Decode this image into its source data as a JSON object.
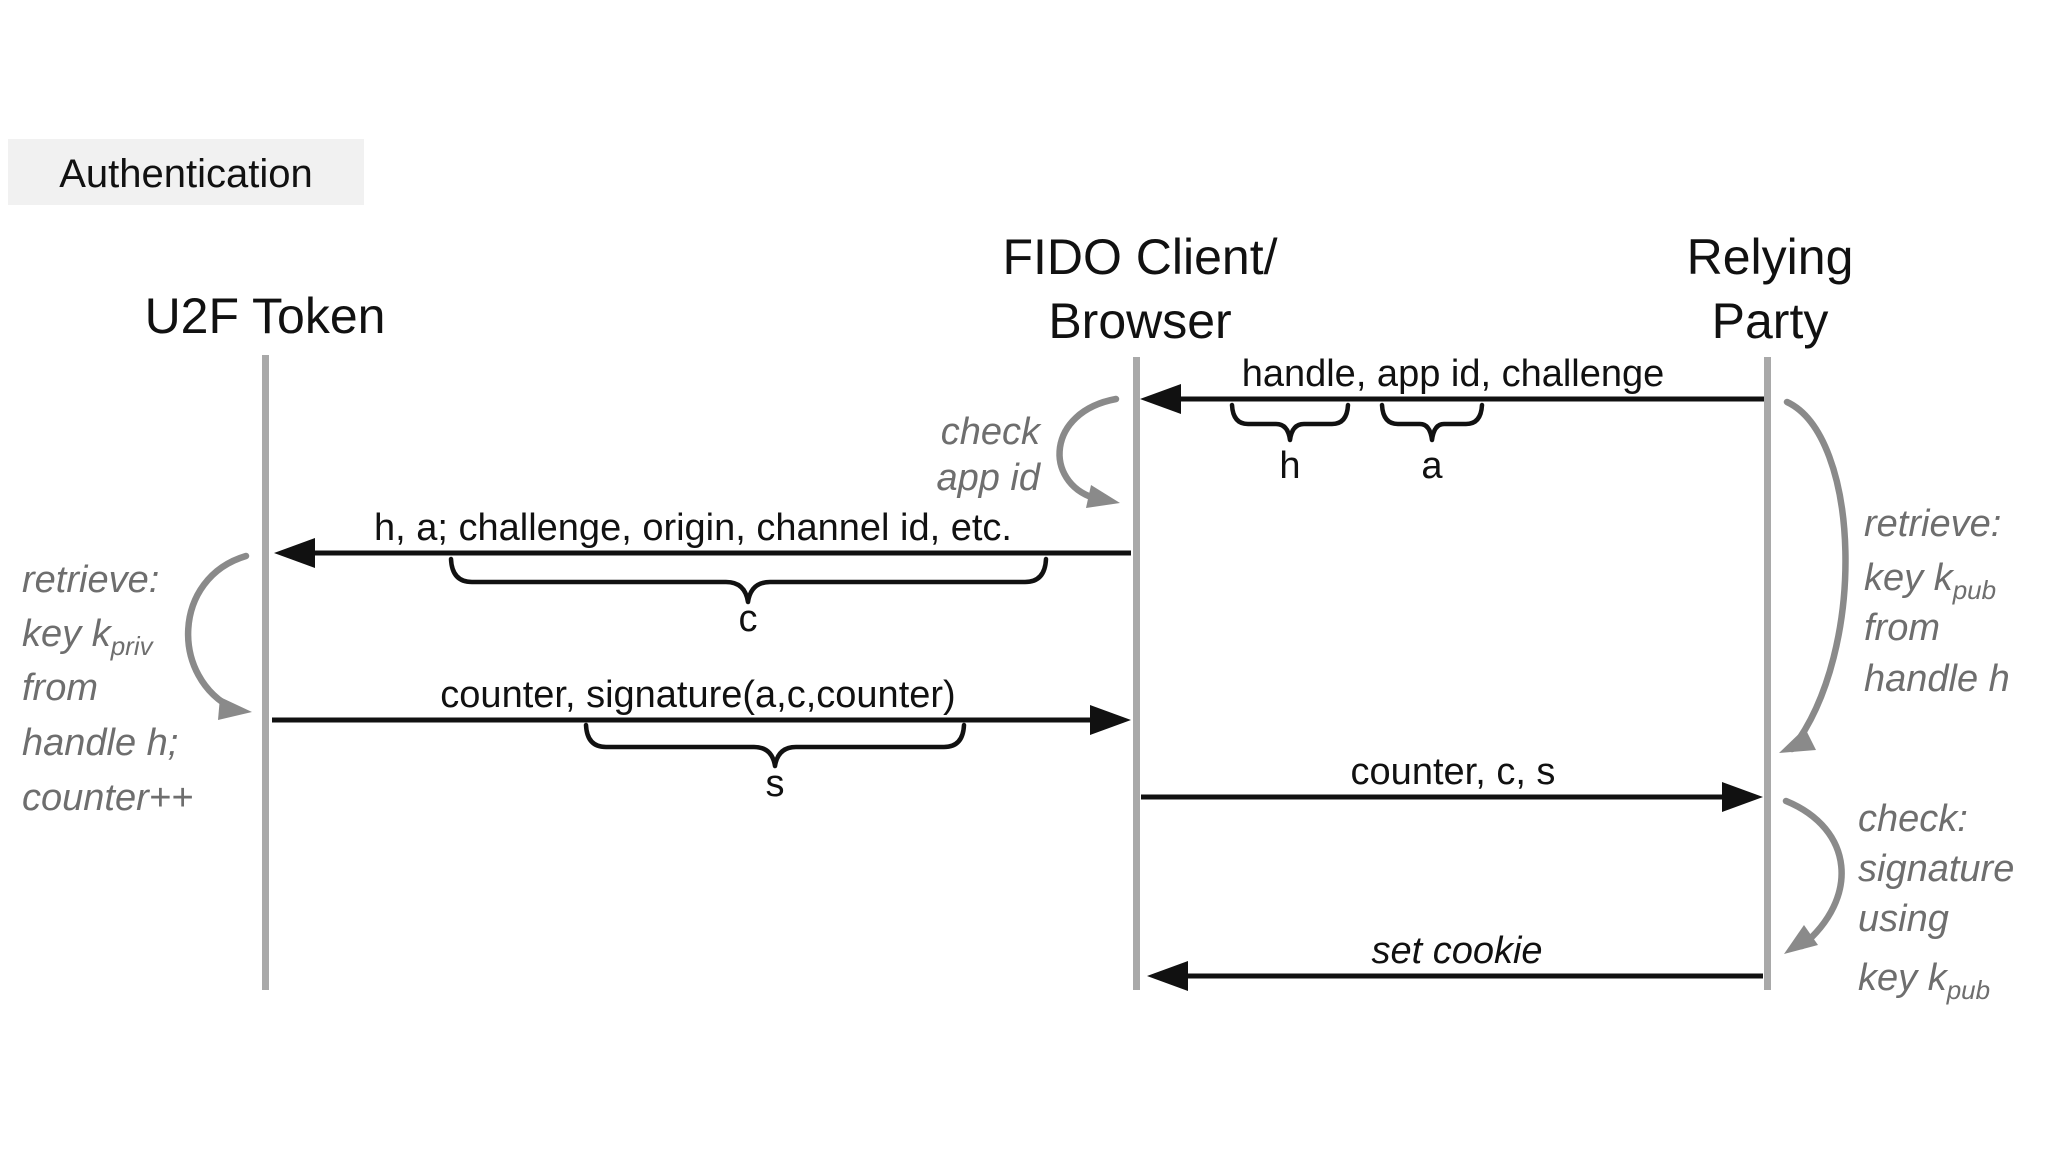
{
  "diagram_title": "Authentication",
  "colors": {
    "text": "#111111",
    "arrow": "#111111",
    "lifeline": "#a9a9a9",
    "annotation": "#6e6e6e",
    "loop_arrow": "#8a8a8a",
    "title_bg": "#f1f1f1",
    "background": "#ffffff"
  },
  "actors": {
    "u2f_token": {
      "line1": "U2F Token"
    },
    "fido_client": {
      "line1": "FIDO Client/",
      "line2": "Browser"
    },
    "relying_party": {
      "line1": "Relying",
      "line2": "Party"
    }
  },
  "messages": {
    "m1": {
      "label": "handle, app id, challenge",
      "from": "Relying Party",
      "to": "FIDO Client/Browser"
    },
    "m2": {
      "label": "h, a; challenge, origin, channel id, etc.",
      "from": "FIDO Client/Browser",
      "to": "U2F Token"
    },
    "m3": {
      "label": "counter, signature(a,c,counter)",
      "from": "U2F Token",
      "to": "FIDO Client/Browser"
    },
    "m4": {
      "label": "counter, c, s",
      "from": "FIDO Client/Browser",
      "to": "Relying Party"
    },
    "m5": {
      "label": "set cookie",
      "from": "Relying Party",
      "to": "FIDO Client/Browser"
    }
  },
  "braces": {
    "h": "h",
    "a": "a",
    "c": "c",
    "s": "s"
  },
  "notes": {
    "check_app_id": {
      "line1": "check",
      "line2": "app id"
    },
    "token_retrieve": {
      "line1": "retrieve:",
      "line2_main": "key k",
      "line2_sub": "priv",
      "line3": "from",
      "line4": "handle h;",
      "line5": "counter++"
    },
    "rp_retrieve": {
      "line1": "retrieve:",
      "line2_main": "key k",
      "line2_sub": "pub",
      "line3": "from",
      "line4": "handle h"
    },
    "rp_check": {
      "line1": "check:",
      "line2": "signature",
      "line3": "using",
      "line4_main": "key k",
      "line4_sub": "pub"
    }
  }
}
